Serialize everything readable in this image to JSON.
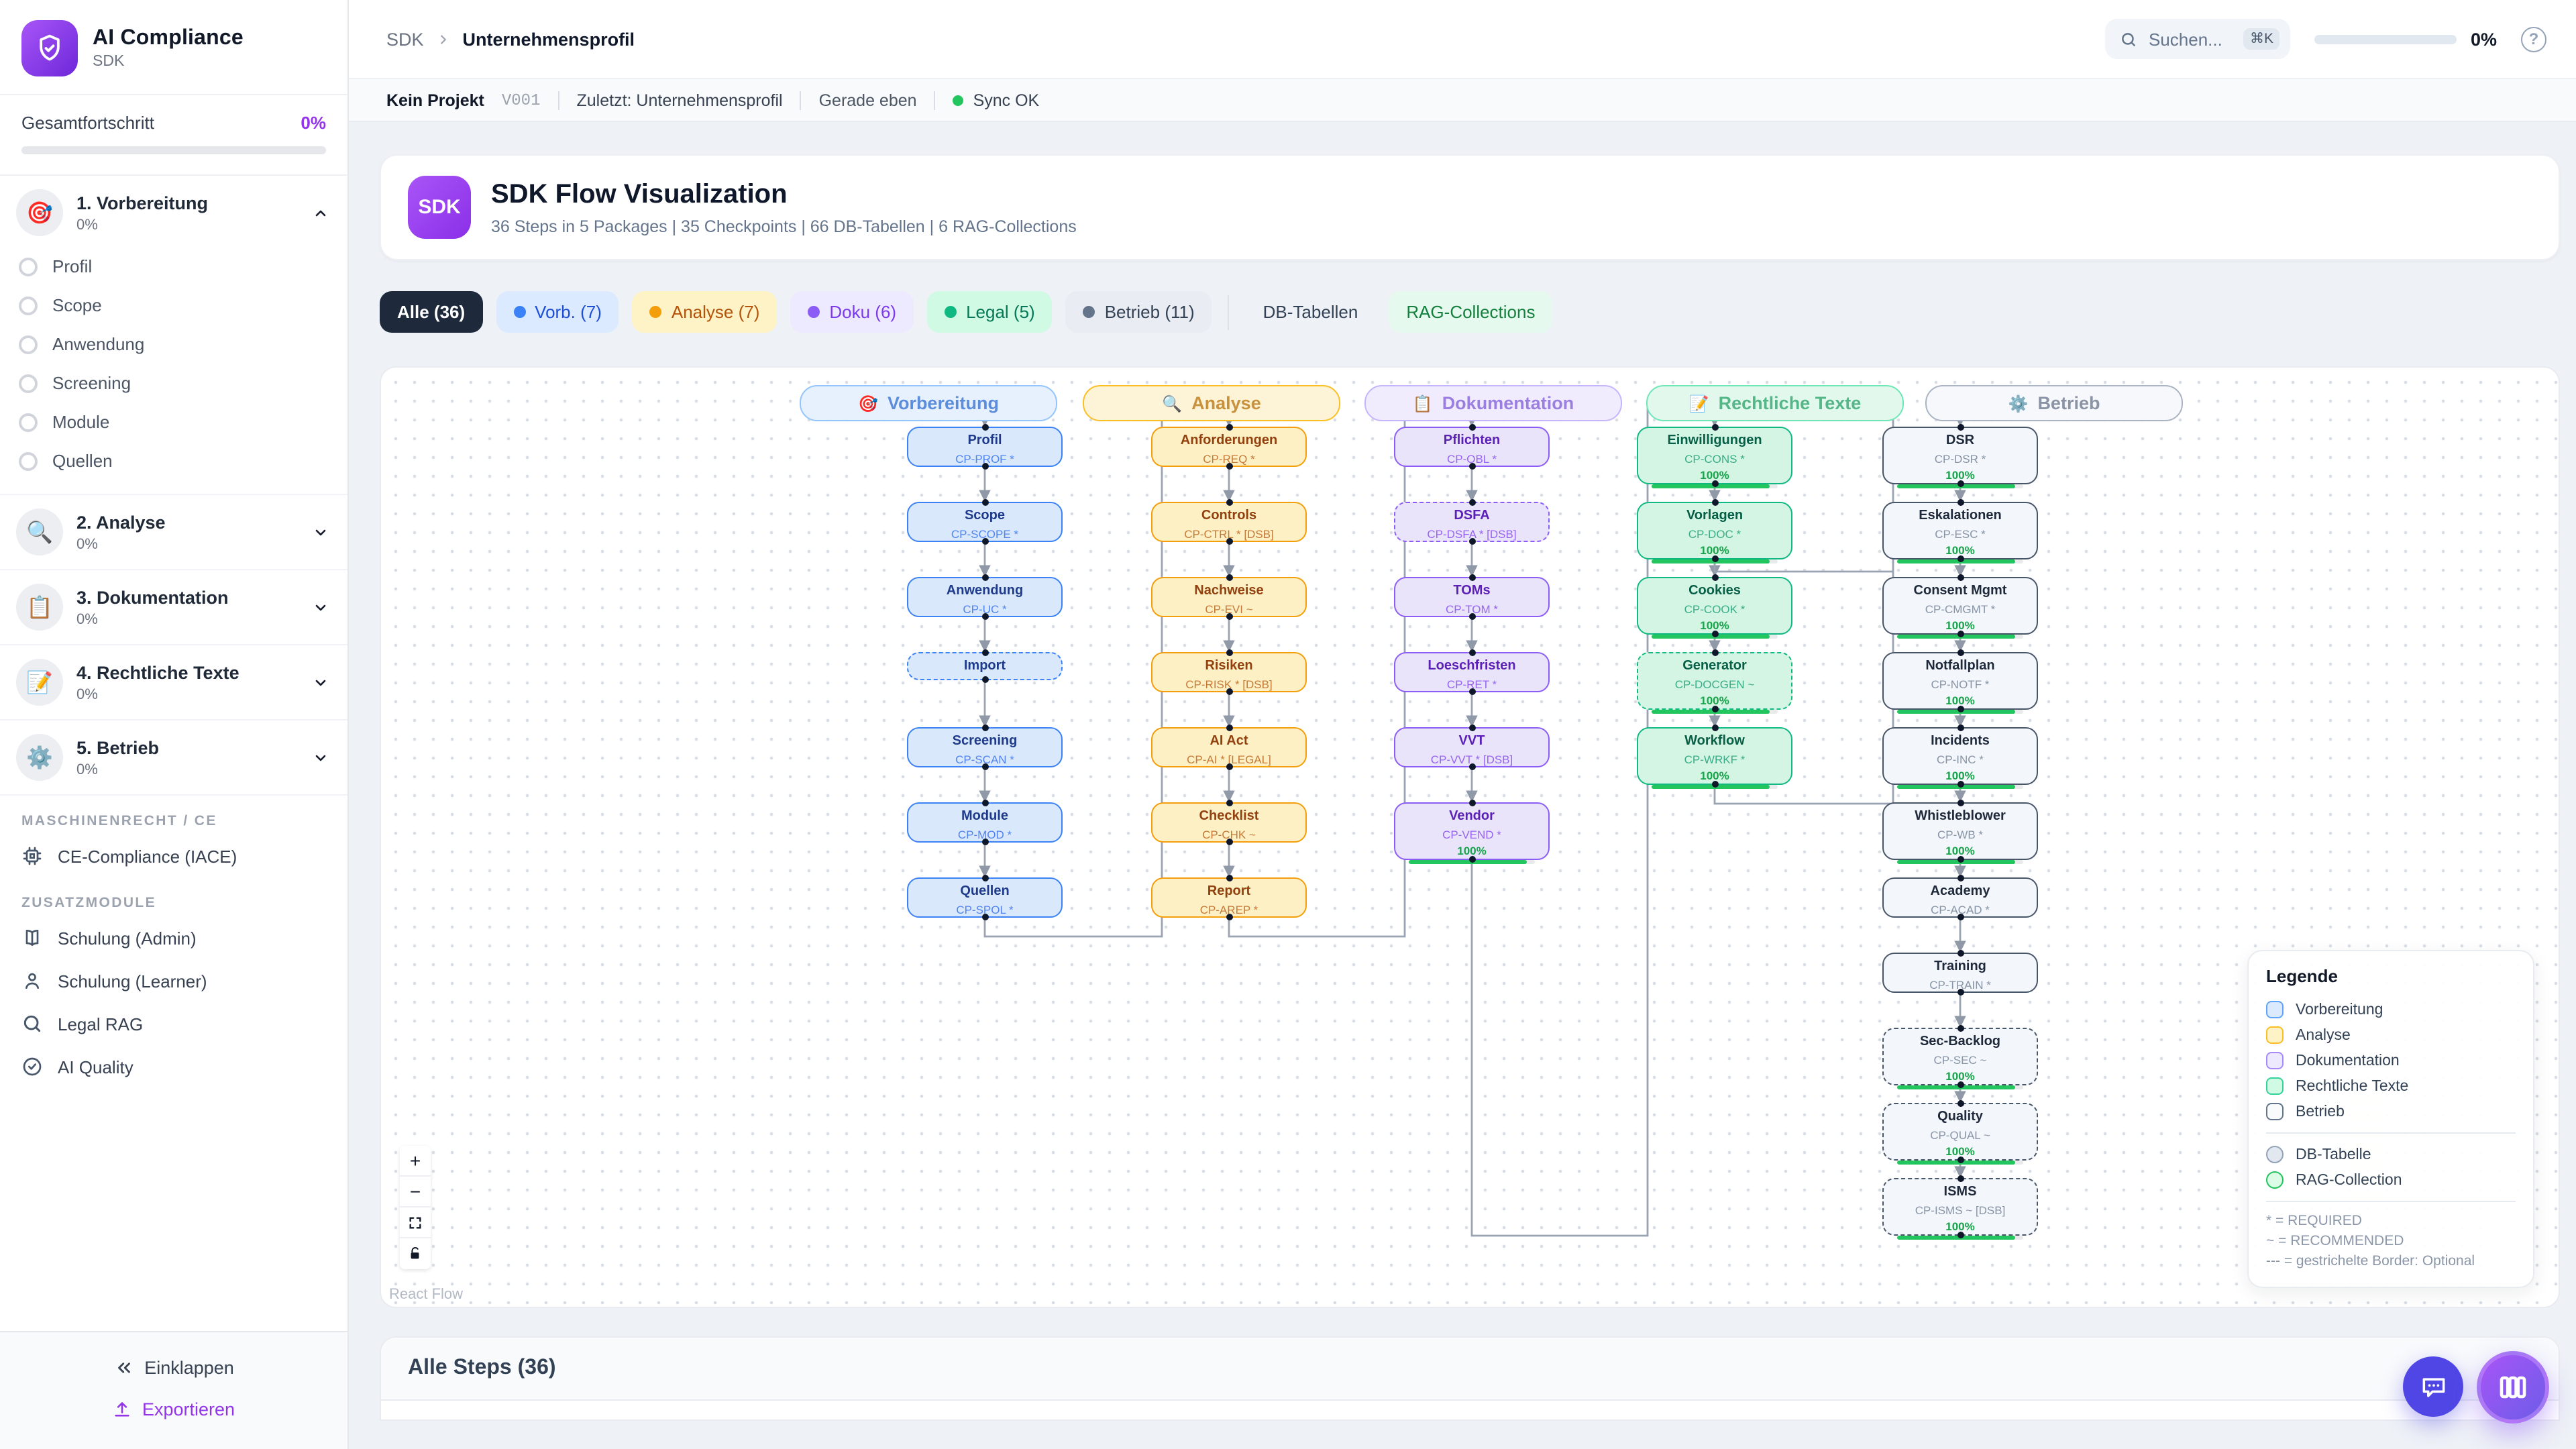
{
  "app": {
    "name": "AI Compliance",
    "subtitle": "SDK"
  },
  "sidebar": {
    "overall": {
      "label": "Gesamtfortschritt",
      "value": "0%"
    },
    "sections": [
      {
        "icon": "🎯",
        "title": "1. Vorbereitung",
        "pct": "0%",
        "expanded": true,
        "items": [
          {
            "label": "Profil"
          },
          {
            "label": "Scope"
          },
          {
            "label": "Anwendung"
          },
          {
            "label": "Screening"
          },
          {
            "label": "Module"
          },
          {
            "label": "Quellen"
          }
        ]
      },
      {
        "icon": "🔍",
        "title": "2. Analyse",
        "pct": "0%",
        "expanded": false,
        "items": []
      },
      {
        "icon": "📋",
        "title": "3. Dokumentation",
        "pct": "0%",
        "expanded": false,
        "items": []
      },
      {
        "icon": "📝",
        "title": "4. Rechtliche Texte",
        "pct": "0%",
        "expanded": false,
        "items": []
      },
      {
        "icon": "⚙️",
        "title": "5. Betrieb",
        "pct": "0%",
        "expanded": false,
        "items": []
      }
    ],
    "group1_label": "MASCHINENRECHT / CE",
    "ce_item": "CE-Compliance (IACE)",
    "group2_label": "ZUSATZMODULE",
    "modules": [
      {
        "icon": "book-icon",
        "label": "Schulung (Admin)"
      },
      {
        "icon": "person-icon",
        "label": "Schulung (Learner)"
      },
      {
        "icon": "search-icon",
        "label": "Legal RAG"
      },
      {
        "icon": "check-circle-icon",
        "label": "AI Quality"
      }
    ],
    "collapse_label": "Einklappen",
    "export_label": "Exportieren"
  },
  "header": {
    "breadcrumb": {
      "root": "SDK",
      "current": "Unternehmensprofil"
    },
    "search": {
      "placeholder": "Suchen...",
      "shortcut": "⌘K"
    },
    "progress": "0%"
  },
  "statusbar": {
    "project": "Kein Projekt",
    "version": "V001",
    "last": "Zuletzt: Unternehmensprofil",
    "time": "Gerade eben",
    "sync": "Sync OK",
    "sync_color": "#22c55e"
  },
  "hero": {
    "badge": "SDK",
    "title": "SDK Flow Visualization",
    "subtitle": "36 Steps in 5 Packages | 35 Checkpoints | 66 DB-Tabellen | 6 RAG-Collections"
  },
  "filters": [
    {
      "label": "Alle (36)",
      "bg": "#1e293b",
      "color": "#ffffff",
      "dot": null,
      "active": true
    },
    {
      "label": "Vorb. (7)",
      "bg": "#dbeafe",
      "color": "#1d4ed8",
      "dot": "#3b82f6"
    },
    {
      "label": "Analyse (7)",
      "bg": "#fef3c7",
      "color": "#b45309",
      "dot": "#f59e0b"
    },
    {
      "label": "Doku (6)",
      "bg": "#ede9fe",
      "color": "#7c3aed",
      "dot": "#8b5cf6"
    },
    {
      "label": "Legal (5)",
      "bg": "#d1fae5",
      "color": "#047857",
      "dot": "#10b981"
    },
    {
      "label": "Betrieb (11)",
      "bg": "#e9edf3",
      "color": "#334155",
      "dot": "#64748b"
    },
    {
      "label": "DB-Tabellen",
      "bg": "#eef1f6",
      "color": "#334155",
      "dot": null,
      "divider_before": true
    },
    {
      "label": "RAG-Collections",
      "bg": "#e6f9ee",
      "color": "#15803d",
      "dot": null
    }
  ],
  "flow": {
    "columns": [
      {
        "icon": "🎯",
        "title": "Vorbereitung",
        "hdr": {
          "bg": "#e7f0fd",
          "border": "#93c5fd",
          "color": "#5c8ddb"
        },
        "node": {
          "bg": "#d9e8fb",
          "border": "#3b82f6",
          "title": "#1e3a8a",
          "code": "#2563eb"
        },
        "nodes": [
          {
            "label": "Profil",
            "code": "CP-PROF *"
          },
          {
            "label": "Scope",
            "code": "CP-SCOPE *"
          },
          {
            "label": "Anwendung",
            "code": "CP-UC *"
          },
          {
            "label": "Import",
            "code": null,
            "dashed": true
          },
          {
            "label": "Screening",
            "code": "CP-SCAN *"
          },
          {
            "label": "Module",
            "code": "CP-MOD *"
          },
          {
            "label": "Quellen",
            "code": "CP-SPOL *"
          }
        ]
      },
      {
        "icon": "🔍",
        "title": "Analyse",
        "hdr": {
          "bg": "#fdf4d7",
          "border": "#fbbf24",
          "color": "#c8913d"
        },
        "node": {
          "bg": "#fdf0c4",
          "border": "#f59e0b",
          "title": "#92400e",
          "code": "#b45309"
        },
        "nodes": [
          {
            "label": "Anforderungen",
            "code": "CP-REQ *"
          },
          {
            "label": "Controls",
            "code": "CP-CTRL * [DSB]"
          },
          {
            "label": "Nachweise",
            "code": "CP-EVI ~"
          },
          {
            "label": "Risiken",
            "code": "CP-RISK * [DSB]"
          },
          {
            "label": "AI Act",
            "code": "CP-AI * [LEGAL]"
          },
          {
            "label": "Checklist",
            "code": "CP-CHK ~"
          },
          {
            "label": "Report",
            "code": "CP-AREP *"
          }
        ]
      },
      {
        "icon": "📋",
        "title": "Dokumentation",
        "hdr": {
          "bg": "#f1ecfd",
          "border": "#c4b5fd",
          "color": "#9b7fe0"
        },
        "node": {
          "bg": "#eae4fb",
          "border": "#8b5cf6",
          "title": "#5b21b6",
          "code": "#7c3aed"
        },
        "nodes": [
          {
            "label": "Pflichten",
            "code": "CP-OBL *"
          },
          {
            "label": "DSFA",
            "code": "CP-DSFA * [DSB]",
            "dashed": true
          },
          {
            "label": "TOMs",
            "code": "CP-TOM *"
          },
          {
            "label": "Loeschfristen",
            "code": "CP-RET *"
          },
          {
            "label": "VVT",
            "code": "CP-VVT * [DSB]"
          },
          {
            "label": "Vendor",
            "code": "CP-VEND *",
            "pct": "100%"
          }
        ]
      },
      {
        "icon": "📝",
        "title": "Rechtliche Texte",
        "hdr": {
          "bg": "#e2f8ec",
          "border": "#6ee7b7",
          "color": "#55b687"
        },
        "node": {
          "bg": "#d4f5e3",
          "border": "#10b981",
          "title": "#065f46",
          "code": "#059669"
        },
        "nodes": [
          {
            "label": "Einwilligungen",
            "code": "CP-CONS *",
            "pct": "100%"
          },
          {
            "label": "Vorlagen",
            "code": "CP-DOC *",
            "pct": "100%"
          },
          {
            "label": "Cookies",
            "code": "CP-COOK *",
            "pct": "100%"
          },
          {
            "label": "Generator",
            "code": "CP-DOCGEN ~",
            "pct": "100%",
            "dashed": true
          },
          {
            "label": "Workflow",
            "code": "CP-WRKF *",
            "pct": "100%"
          }
        ]
      },
      {
        "icon": "⚙️",
        "title": "Betrieb",
        "hdr": {
          "bg": "#f6f8fb",
          "border": "#aab4c2",
          "color": "#8a94a4"
        },
        "node": {
          "bg": "#f3f6fa",
          "border": "#475569",
          "title": "#1e293b",
          "code": "#64748b"
        },
        "nodes": [
          {
            "label": "DSR",
            "code": "CP-DSR *",
            "pct": "100%"
          },
          {
            "label": "Eskalationen",
            "code": "CP-ESC *",
            "pct": "100%"
          },
          {
            "label": "Consent Mgmt",
            "code": "CP-CMGMT *",
            "pct": "100%"
          },
          {
            "label": "Notfallplan",
            "code": "CP-NOTF *",
            "pct": "100%"
          },
          {
            "label": "Incidents",
            "code": "CP-INC *",
            "pct": "100%"
          },
          {
            "label": "Whistleblower",
            "code": "CP-WB *",
            "pct": "100%"
          },
          {
            "label": "Academy",
            "code": "CP-ACAD *"
          },
          {
            "label": "Training",
            "code": "CP-TRAIN *"
          },
          {
            "label": "Sec-Backlog",
            "code": "CP-SEC ~",
            "pct": "100%",
            "dashed": true
          },
          {
            "label": "Quality",
            "code": "CP-QUAL ~",
            "pct": "100%",
            "dashed": true
          },
          {
            "label": "ISMS",
            "code": "CP-ISMS ~ [DSB]",
            "pct": "100%",
            "dashed": true
          }
        ]
      }
    ]
  },
  "legend": {
    "title": "Legende",
    "squares": [
      {
        "label": "Vorbereitung",
        "border": "#60a5fa",
        "bg": "#dbeafe"
      },
      {
        "label": "Analyse",
        "border": "#fbbf24",
        "bg": "#fef3c7"
      },
      {
        "label": "Dokumentation",
        "border": "#a78bfa",
        "bg": "#ede9fe"
      },
      {
        "label": "Rechtliche Texte",
        "border": "#34d399",
        "bg": "#d1fae5"
      },
      {
        "label": "Betrieb",
        "border": "#64748b",
        "bg": "#f8fafc"
      }
    ],
    "circles": [
      {
        "label": "DB-Tabelle",
        "border": "#94a3b8",
        "bg": "#e2e8f0"
      },
      {
        "label": "RAG-Collection",
        "border": "#22c55e",
        "bg": "#dcfce7"
      }
    ],
    "notes": [
      "* = REQUIRED",
      "~ = RECOMMENDED",
      "--- = gestrichelte Border: Optional"
    ]
  },
  "rf": {
    "attribution": "React Flow",
    "zoom_in": "+",
    "zoom_out": "−"
  },
  "steps_panel": {
    "title": "Alle Steps (36)"
  }
}
